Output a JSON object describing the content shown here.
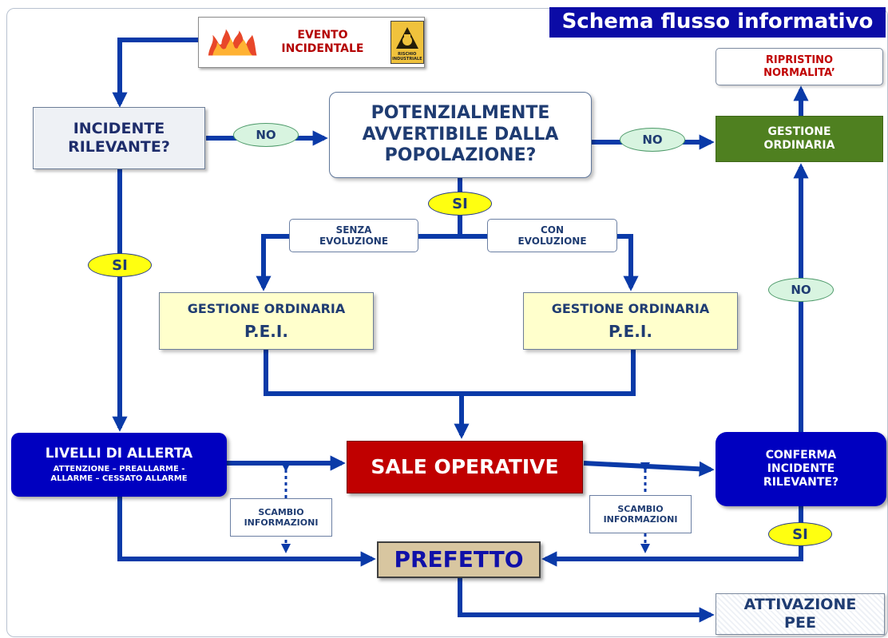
{
  "title": "Schema flusso  informativo",
  "colors": {
    "arrow": "#0a3aa8",
    "banner": "#0b0ba6",
    "alert_box": "#0000c0",
    "sale_operative": "#c00000",
    "gestione_ordinaria_top": "#4f8020",
    "pei_fill": "#ffffcc",
    "prefetto_fill": "#d8c6a0",
    "badge_si": "#ffff10",
    "badge_no": "#d8f4e0"
  },
  "nodes": {
    "evento": {
      "label": "EVENTO INCIDENTALE",
      "sign_text": "RISCHIO INDUSTRIALE"
    },
    "ripristino": {
      "line1": "RIPRISTINO",
      "line2": "NORMALITA’"
    },
    "incidente": {
      "line1": "INCIDENTE",
      "line2": "RILEVANTE?"
    },
    "potenzialmente": {
      "line1": "POTENZIALMENTE",
      "line2": "AVVERTIBILE DALLA",
      "line3": "POPOLAZIONE?"
    },
    "gestione_ordinaria_top": {
      "line1": "GESTIONE",
      "line2": "ORDINARIA"
    },
    "senza_evoluzione": {
      "line1": "SENZA",
      "line2": "EVOLUZIONE"
    },
    "con_evoluzione": {
      "line1": "CON",
      "line2": "EVOLUZIONE"
    },
    "pei_left": {
      "line1": "GESTIONE  ORDINARIA",
      "line2": "P.E.I."
    },
    "pei_right": {
      "line1": "GESTIONE  ORDINARIA",
      "line2": "P.E.I."
    },
    "livelli": {
      "line1": "LIVELLI  DI  ALLERTA",
      "line2": "ATTENZIONE – PREALLARME -",
      "line3": "ALLARME – CESSATO ALLARME"
    },
    "sale_operative": {
      "label": "SALE  OPERATIVE"
    },
    "conferma": {
      "line1": "CONFERMA",
      "line2": "INCIDENTE",
      "line3": "RILEVANTE?"
    },
    "scambio_left": {
      "line1": "SCAMBIO",
      "line2": "INFORMAZIONI"
    },
    "scambio_right": {
      "line1": "SCAMBIO",
      "line2": "INFORMAZIONI"
    },
    "prefetto": {
      "label": "PREFETTO"
    },
    "attivazione": {
      "line1": "ATTIVAZIONE",
      "line2": "PEE"
    }
  },
  "badges": {
    "no_incidente": "NO",
    "no_potenzialmente": "NO",
    "no_conferma": "NO",
    "si_potenzialmente": "SI",
    "si_incidente": "SI",
    "si_conferma": "SI"
  }
}
